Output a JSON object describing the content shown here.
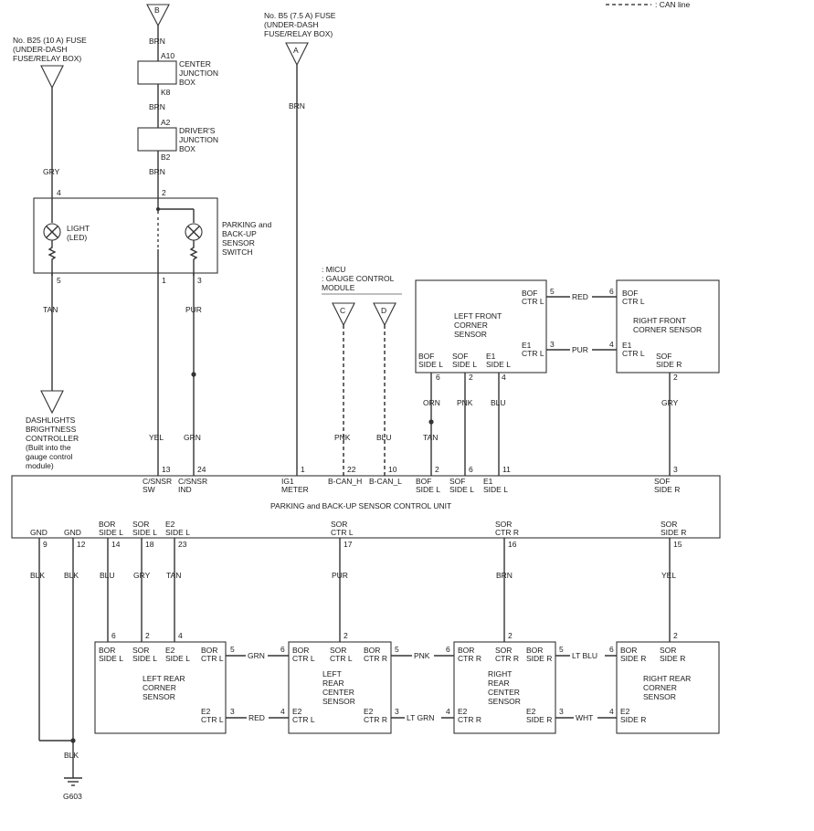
{
  "legend": {
    "can_line": ": CAN line"
  },
  "fuses": {
    "b25": [
      "No. B25 (10 A) FUSE",
      "(UNDER-DASH",
      "FUSE/RELAY BOX)"
    ],
    "b5": [
      "No. B5 (7.5 A) FUSE",
      "(UNDER-DASH",
      "FUSE/RELAY BOX)"
    ]
  },
  "connectors": {
    "A": "A",
    "B": "B",
    "C": "C",
    "D": "D"
  },
  "junction": {
    "center": [
      "CENTER",
      "JUNCTION",
      "BOX"
    ],
    "driver": [
      "DRIVER'S",
      "JUNCTION",
      "BOX"
    ],
    "pins": {
      "a10": "A10",
      "k8": "K8",
      "a2": "A2",
      "b2": "B2"
    }
  },
  "switch": {
    "light": [
      "LIGHT",
      "(LED)"
    ],
    "name": [
      "PARKING and",
      "BACK-UP",
      "SENSOR",
      "SWITCH"
    ],
    "pins": {
      "p4": "4",
      "p2": "2",
      "p5": "5",
      "p1": "1",
      "p3": "3"
    }
  },
  "dashlights": [
    "DASHLIGHTS",
    "BRIGHTNESS",
    "CONTROLLER",
    "(Built into the",
    "gauge control",
    "module)"
  ],
  "micu": [
    ": MICU",
    ": GAUGE CONTROL",
    "MODULE"
  ],
  "wires": {
    "brn": "BRN",
    "gry": "GRY",
    "tan": "TAN",
    "pur": "PUR",
    "yel": "YEL",
    "grn": "GRN",
    "pnk": "PNK",
    "blu": "BLU",
    "red": "RED",
    "orn": "ORN",
    "blk": "BLK",
    "ltblu": "LT BLU",
    "ltgrn": "LT GRN",
    "wht": "WHT"
  },
  "left_front": {
    "name": [
      "LEFT FRONT",
      "CORNER",
      "SENSOR"
    ],
    "bof_ctr": [
      "BOF",
      "CTR L"
    ],
    "e1_ctr": [
      "E1",
      "CTR L"
    ],
    "bof_side": [
      "BOF",
      "SIDE L"
    ],
    "sof_side": [
      "SOF",
      "SIDE L"
    ],
    "e1_side": [
      "E1",
      "SIDE L"
    ],
    "pins": {
      "p5": "5",
      "p3": "3",
      "p6": "6",
      "p2": "2",
      "p4": "4"
    }
  },
  "right_front": {
    "name": [
      "RIGHT FRONT",
      "CORNER SENSOR"
    ],
    "bof_ctr": [
      "BOF",
      "CTR L"
    ],
    "e1_ctr": [
      "E1",
      "CTR L"
    ],
    "sof_side": [
      "SOF",
      "SIDE R"
    ],
    "pins": {
      "p6": "6",
      "p4": "4",
      "p2": "2"
    }
  },
  "control_unit": {
    "name": "PARKING and BACK-UP SENSOR CONTROL UNIT",
    "top": [
      {
        "pin": "13",
        "label": [
          "C/SNSR",
          "SW"
        ]
      },
      {
        "pin": "24",
        "label": [
          "C/SNSR",
          "IND"
        ]
      },
      {
        "pin": "1",
        "label": [
          "IG1",
          "METER"
        ]
      },
      {
        "pin": "22",
        "label": [
          "B-CAN_H"
        ]
      },
      {
        "pin": "10",
        "label": [
          "B-CAN_L"
        ]
      },
      {
        "pin": "2",
        "label": [
          "BOF",
          "SIDE L"
        ]
      },
      {
        "pin": "6",
        "label": [
          "SOF",
          "SIDE L"
        ]
      },
      {
        "pin": "11",
        "label": [
          "E1",
          "SIDE L"
        ]
      },
      {
        "pin": "3",
        "label": [
          "SOF",
          "SIDE R"
        ]
      }
    ],
    "bottom": [
      {
        "pin": "9",
        "label": [
          "GND"
        ]
      },
      {
        "pin": "12",
        "label": [
          "GND"
        ]
      },
      {
        "pin": "14",
        "label": [
          "BOR",
          "SIDE L"
        ]
      },
      {
        "pin": "18",
        "label": [
          "SOR",
          "SIDE L"
        ]
      },
      {
        "pin": "23",
        "label": [
          "E2",
          "SIDE L"
        ]
      },
      {
        "pin": "17",
        "label": [
          "SOR",
          "CTR L"
        ]
      },
      {
        "pin": "16",
        "label": [
          "SOR",
          "CTR R"
        ]
      },
      {
        "pin": "15",
        "label": [
          "SOR",
          "SIDE R"
        ]
      }
    ]
  },
  "rear": {
    "left_corner": {
      "name": [
        "LEFT REAR",
        "CORNER",
        "SENSOR"
      ],
      "bor_side": [
        "BOR",
        "SIDE L"
      ],
      "sor_side": [
        "SOR",
        "SIDE L"
      ],
      "e2_side": [
        "E2",
        "SIDE L"
      ],
      "bor_ctr": [
        "BOR",
        "CTR L"
      ],
      "e2_ctr": [
        "E2",
        "CTR L"
      ],
      "pins": {
        "p6": "6",
        "p2": "2",
        "p4": "4",
        "p5": "5",
        "p3": "3"
      }
    },
    "left_center": {
      "name": [
        "LEFT",
        "REAR",
        "CENTER",
        "SENSOR"
      ],
      "bor_ctr_l": [
        "BOR",
        "CTR L"
      ],
      "sor_ctr": [
        "SOR",
        "CTR L"
      ],
      "bor_ctr_r": [
        "BOR",
        "CTR R"
      ],
      "e2_ctr_l": [
        "E2",
        "CTR L"
      ],
      "e2_ctr_r": [
        "E2",
        "CTR R"
      ],
      "pins": {
        "p6": "6",
        "p2": "2",
        "p5": "5",
        "p4": "4",
        "p3": "3"
      }
    },
    "right_center": {
      "name": [
        "RIGHT",
        "REAR",
        "CENTER",
        "SENSOR"
      ],
      "bor_ctr": [
        "BOR",
        "CTR R"
      ],
      "sor_ctr": [
        "SOR",
        "CTR R"
      ],
      "bor_side": [
        "BOR",
        "SIDE R"
      ],
      "e2_ctr": [
        "E2",
        "CTR R"
      ],
      "e2_side": [
        "E2",
        "SIDE R"
      ],
      "pins": {
        "p6": "6",
        "p2": "2",
        "p5": "5",
        "p4": "4",
        "p3": "3"
      }
    },
    "right_corner": {
      "name": [
        "RIGHT REAR",
        "CORNER",
        "SENSOR"
      ],
      "bor_side": [
        "BOR",
        "SIDE R"
      ],
      "sor_side": [
        "SOR",
        "SIDE R"
      ],
      "e2_side": [
        "E2",
        "SIDE R"
      ],
      "pins": {
        "p6": "6",
        "p2": "2",
        "p4": "4"
      }
    }
  },
  "ground": "G603"
}
